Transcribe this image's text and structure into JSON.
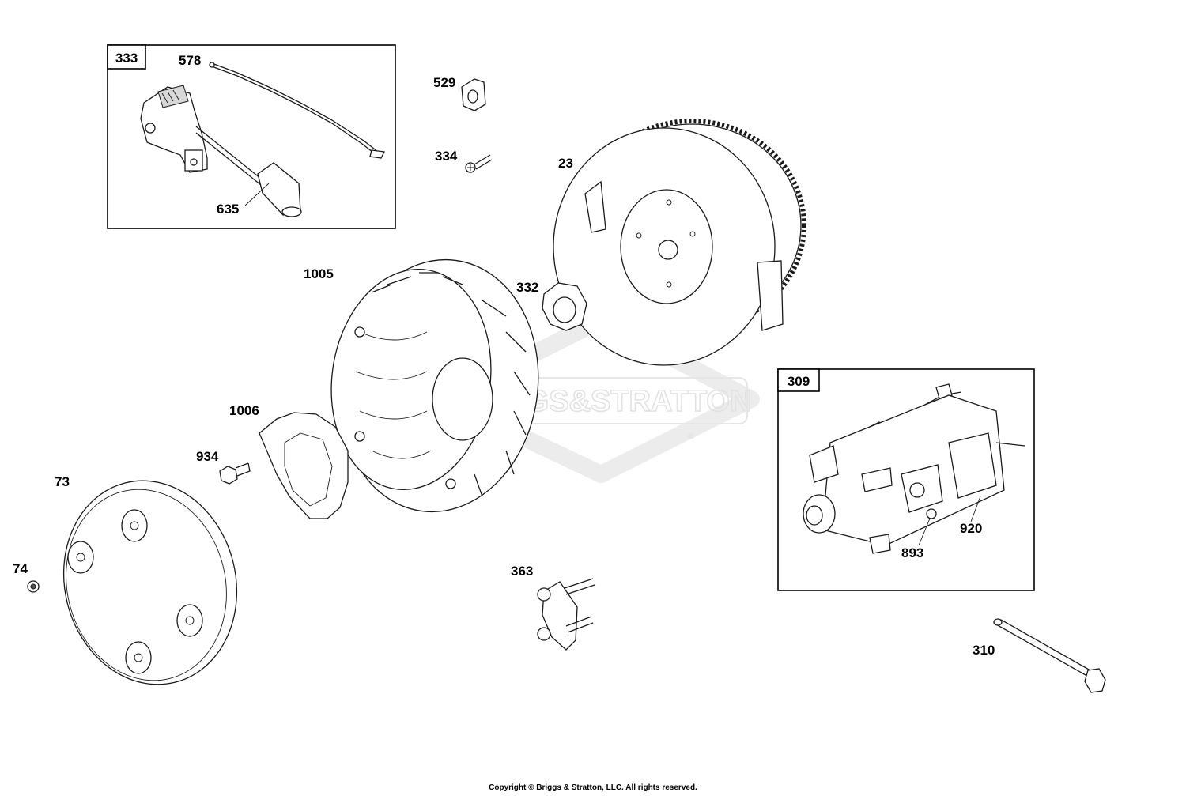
{
  "watermark": {
    "brand": "BRIGGS&STRATTON",
    "registered": "®"
  },
  "callouts": {
    "p333": "333",
    "p578": "578",
    "p635": "635",
    "p529": "529",
    "p334": "334",
    "p23": "23",
    "p332": "332",
    "p1005": "1005",
    "p1006": "1006",
    "p934": "934",
    "p73": "73",
    "p74": "74",
    "p363": "363",
    "p309": "309",
    "p920": "920",
    "p893": "893",
    "p310": "310"
  },
  "footer": {
    "copyright": "Copyright © Briggs & Stratton, LLC. All rights reserved."
  }
}
